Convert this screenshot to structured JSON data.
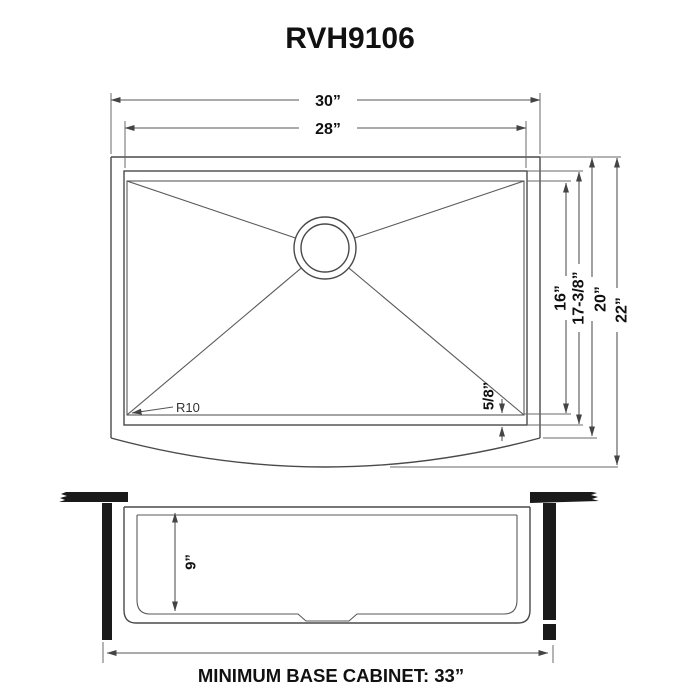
{
  "title": "RVH9106",
  "top_view": {
    "dims": {
      "width_outer": "30”",
      "width_inner": "28”",
      "bowl_inner_depth": "16”",
      "bowl_outer_depth": "17-3/8”",
      "flat_depth": "20”",
      "overall_depth": "22”",
      "rim_lip": "5/8”",
      "corner_radius": "R10"
    }
  },
  "section_view": {
    "dims": {
      "bowl_depth": "9”"
    }
  },
  "footer": {
    "min_base_cabinet": "MINIMUM BASE CABINET: 33”"
  },
  "colors": {
    "line": "#4a4a4a",
    "dimension_line": "#555555",
    "text": "#111111",
    "solid_bar": "#1a1a1a",
    "background": "#ffffff"
  }
}
